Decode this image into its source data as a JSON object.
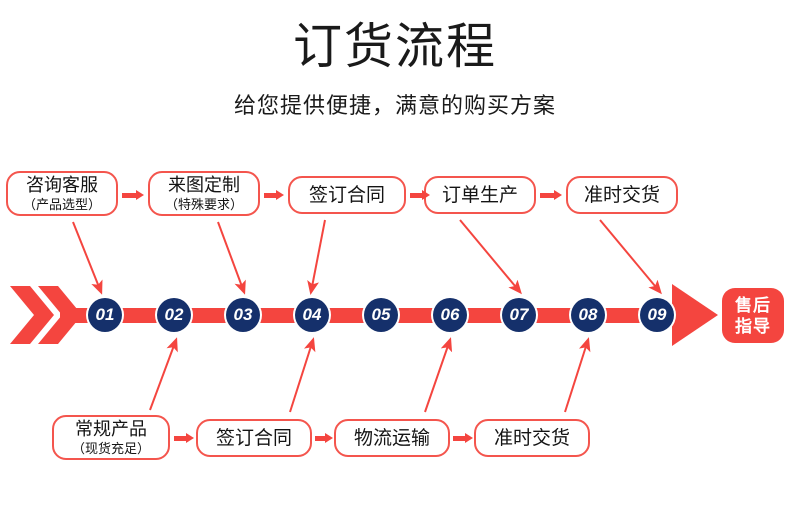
{
  "header": {
    "title": "订货流程",
    "subtitle": "给您提供便捷，满意的购买方案"
  },
  "colors": {
    "accent_red": "#f4453f",
    "box_border_red": "#f4554d",
    "node_navy": "#15306b",
    "text": "#141414",
    "background": "#ffffff"
  },
  "top_steps": [
    {
      "line1": "咨询客服",
      "line2": "（产品选型）"
    },
    {
      "line1": "来图定制",
      "line2": "（特殊要求）"
    },
    {
      "line1": "签订合同",
      "line2": ""
    },
    {
      "line1": "订单生产",
      "line2": ""
    },
    {
      "line1": "准时交货",
      "line2": ""
    }
  ],
  "bottom_steps": [
    {
      "line1": "常规产品",
      "line2": "（现货充足）"
    },
    {
      "line1": "签订合同",
      "line2": ""
    },
    {
      "line1": "物流运输",
      "line2": ""
    },
    {
      "line1": "准时交货",
      "line2": ""
    }
  ],
  "timeline_nodes": [
    "01",
    "02",
    "03",
    "04",
    "05",
    "06",
    "07",
    "08",
    "09"
  ],
  "end_badge": {
    "line1": "售后",
    "line2": "指导"
  }
}
